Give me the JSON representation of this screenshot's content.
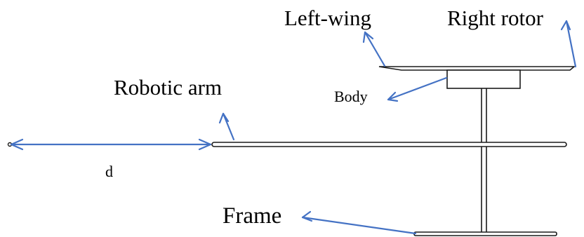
{
  "labels": {
    "left_wing": "Left-wing",
    "right_rotor": "Right rotor",
    "robotic_arm": "Robotic arm",
    "body": "Body",
    "d": "d",
    "frame": "Frame"
  },
  "colors": {
    "arrow": "#4472c4",
    "line": "#1a1a1a",
    "background": "#ffffff"
  }
}
